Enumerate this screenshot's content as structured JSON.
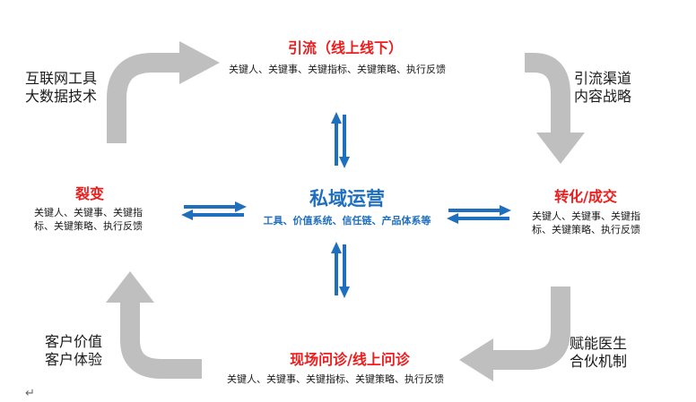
{
  "center": {
    "title": "私域运营",
    "subtitle": "工具、价值系统、信任链、产品体系等"
  },
  "nodes": {
    "top": {
      "title": "引流（线上线下）",
      "desc": "关键人、关键事、关键指标、关键策略、执行反馈"
    },
    "right": {
      "title": "转化/成交",
      "desc_lines": [
        "关键人、关键事、关键指",
        "标、关键策略、执行反馈"
      ]
    },
    "bottom": {
      "title": "现场问诊/线上问诊",
      "desc": "关键人、关键事、关键指标、关键策略、执行反馈"
    },
    "left": {
      "title": "裂变",
      "desc_lines": [
        "关键人、关键事、关键指",
        "标、关键策略、执行反馈"
      ]
    }
  },
  "side_labels": {
    "top_left": [
      "互联网工具",
      "大数据技术"
    ],
    "top_right": [
      "引流渠道",
      "内容战略"
    ],
    "bottom_right": [
      "赋能医生",
      "合伙机制"
    ],
    "bottom_left": [
      "客户价值",
      "客户体验"
    ]
  },
  "colors": {
    "accent_red": "#ee1c1c",
    "accent_blue": "#1f6fbf",
    "arrow_gray": "#bfbfbf"
  },
  "footer_mark": "↵"
}
